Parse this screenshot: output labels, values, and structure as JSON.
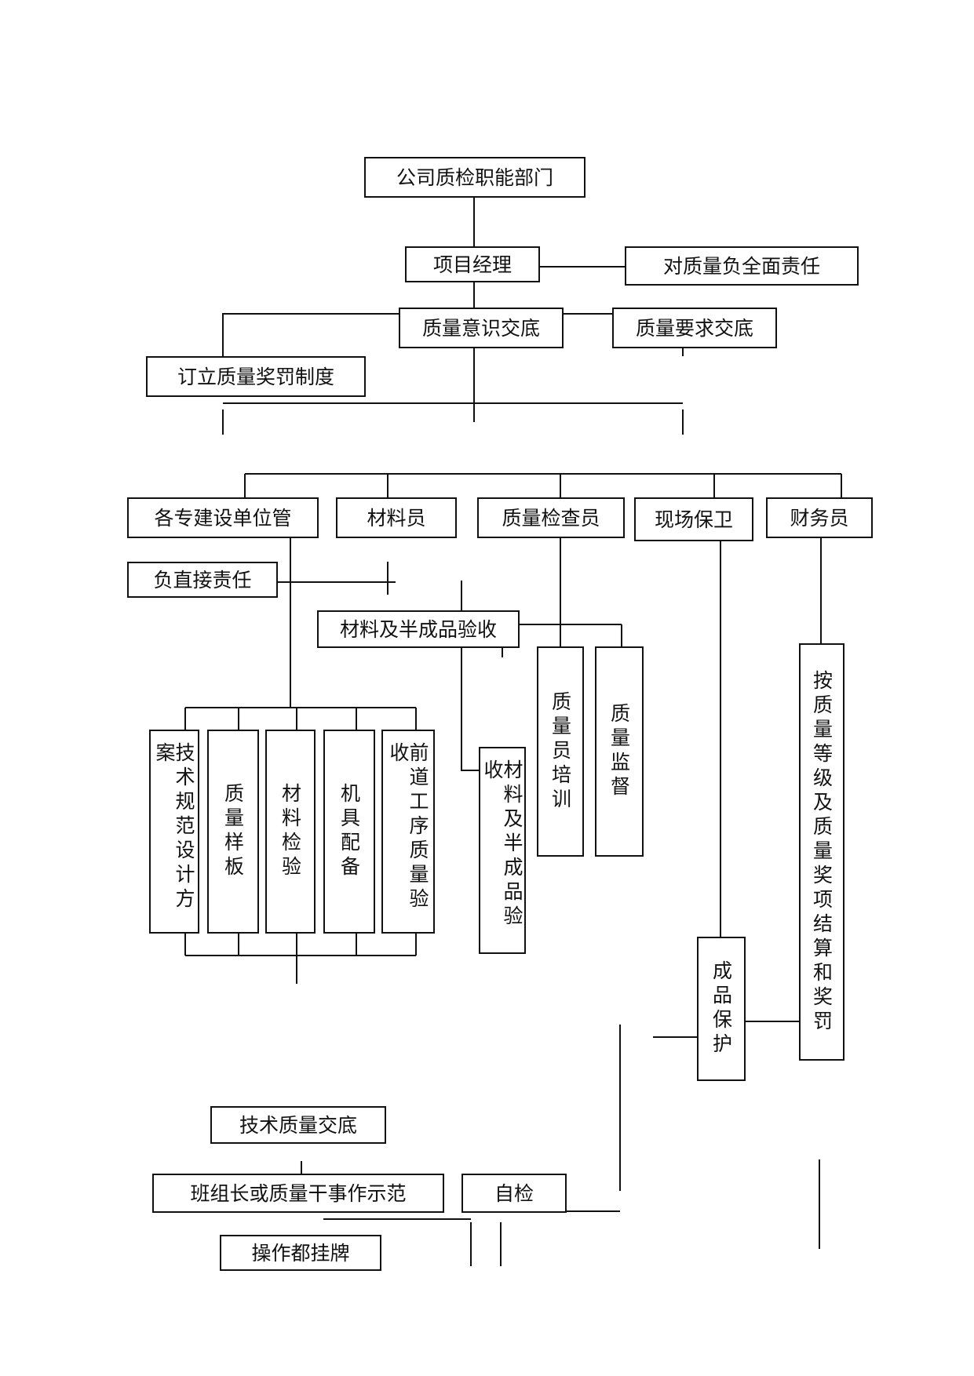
{
  "nodes": {
    "company": "公司质检职能部门",
    "pm": "项目经理",
    "full_resp": "对质量负全面责任",
    "awareness": "质量意识交底",
    "requirement": "质量要求交底",
    "reward_system": "订立质量奖罚制度",
    "units": "各专建设单位管",
    "material_staff": "材料员",
    "inspector": "质量检查员",
    "security": "现场保卫",
    "finance": "财务员",
    "direct_resp": "负直接责任",
    "material_accept": "材料及半成品验收",
    "tech_spec": "技术规范设计方案",
    "quality_sample": "质量样板",
    "material_check": "材料检验",
    "machine": "机具配备",
    "prev_process": "前道工序质量验收",
    "material_accept_v": "材料及半成品验收",
    "staff_training": "质量员培训",
    "supervision": "质量监督",
    "product_protect": "成品保护",
    "settlement": "按质量等级及质量奖项结算和奖罚",
    "tech_briefing": "技术质量交底",
    "team_leader": "班组长或质量干事作示范",
    "self_check": "自检",
    "operator_tag": "操作都挂牌"
  }
}
